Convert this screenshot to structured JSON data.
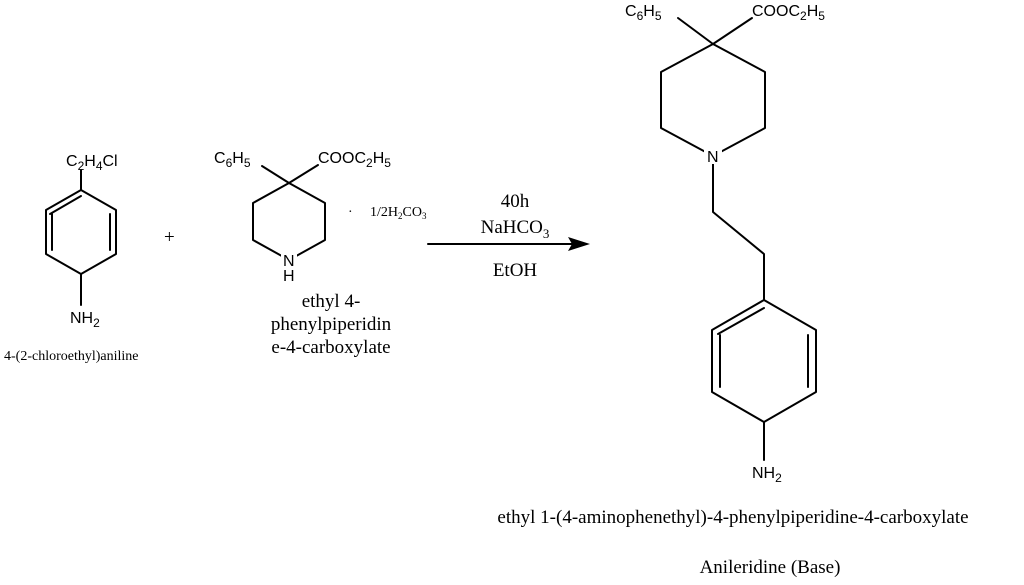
{
  "reactant1": {
    "substituent_main": "C",
    "substituent_sub1": "2",
    "substituent_mid": "H",
    "substituent_sub2": "4",
    "substituent_end": "Cl",
    "amine_main": "NH",
    "amine_sub": "2",
    "name": "4-(2-chloroethyl)aniline"
  },
  "plus_sign": "+",
  "reactant2": {
    "phenyl_main": "C",
    "phenyl_sub1": "6",
    "phenyl_mid": "H",
    "phenyl_sub2": "5",
    "ester_main": "COOC",
    "ester_sub1": "2",
    "ester_mid": "H",
    "ester_sub2": "5",
    "nitrogen": "N",
    "nitrogen_h": "H",
    "salt_dot": "·",
    "salt_main": "1/2H",
    "salt_sub1": "2",
    "salt_mid": "CO",
    "salt_sub2": "3",
    "name_line1": "ethyl 4-",
    "name_line2": "phenylpiperidin",
    "name_line3": "e-4-carboxylate"
  },
  "conditions": {
    "time": "40h",
    "base_main": "NaHCO",
    "base_sub": "3",
    "solvent": "EtOH"
  },
  "product": {
    "phenyl_main": "C",
    "phenyl_sub1": "6",
    "phenyl_mid": "H",
    "phenyl_sub2": "5",
    "ester_main": "COOC",
    "ester_sub1": "2",
    "ester_mid": "H",
    "ester_sub2": "5",
    "nitrogen": "N",
    "amine_main": "NH",
    "amine_sub": "2",
    "name": "ethyl 1-(4-aminophenethyl)-4-phenylpiperidine-4-carboxylate",
    "common_name": "Anileridine (Base)"
  }
}
